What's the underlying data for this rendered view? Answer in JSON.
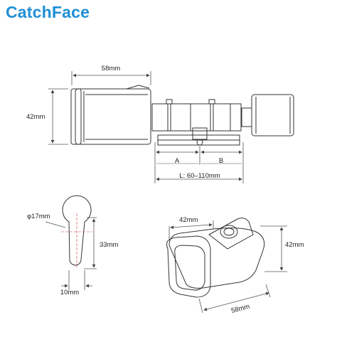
{
  "brand": {
    "logo_text": "CatchFace"
  },
  "side_view": {
    "width_label": "58mm",
    "height_label": "42mm",
    "a_label": "A",
    "b_label": "B",
    "length_label": "L: 60–110mm"
  },
  "keyhole_view": {
    "diameter_label": "φ17mm",
    "height_label": "33mm",
    "width_label": "10mm"
  },
  "iso_view": {
    "top_label": "42mm",
    "side_label": "42mm",
    "depth_label": "58mm"
  },
  "colors": {
    "brand_blue": "#1f8fd6",
    "line": "#333333",
    "dim_line": "#555555"
  }
}
